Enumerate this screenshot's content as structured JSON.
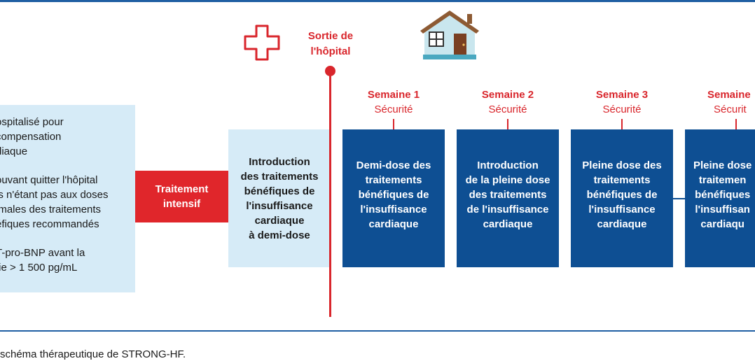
{
  "patient_box": {
    "items": [
      "ospitalisé pour\ncompensation\ndiaque",
      "ouvant quitter l'hôpital\nis n'étant pas aux doses\nimales des traitements\néfiques recommandés",
      "T-pro-BNP avant la\ntie > 1 500 pg/mL"
    ]
  },
  "intensive": {
    "label": "Traitement\nintensif"
  },
  "half_dose_intro": {
    "label": "Introduction\ndes traitements\nbénéfiques de\nl'insuffisance\ncardiaque\nà demi-dose"
  },
  "hospital_exit": {
    "label": "Sortie de\nl'hôpital"
  },
  "weeks": [
    {
      "week": "Semaine 1",
      "status": "Sécurité",
      "box": "Demi-dose des\ntraitements\nbénéfiques de\nl'insuffisance\ncardiaque"
    },
    {
      "week": "Semaine 2",
      "status": "Sécurité",
      "box": "Introduction\nde la pleine dose\ndes traitements\nde l'insuffisance\ncardiaque"
    },
    {
      "week": "Semaine 3",
      "status": "Sécurité",
      "box": "Pleine dose des\ntraitements\nbénéfiques de\nl'insuffisance\ncardiaque"
    },
    {
      "week": "Semaine",
      "status": "Sécurit",
      "box": "Pleine dose\ntraitemen\nbénéfiques\nl'insuffisan\ncardiaqu"
    }
  ],
  "caption": "schéma thérapeutique de STRONG-HF.",
  "colors": {
    "accent_red": "#d9262c",
    "box_blue": "#0e4f93",
    "light_blue": "#d6ebf7",
    "rule_blue": "#1f5fa3"
  },
  "icons": [
    "hospital-cross-icon",
    "house-icon"
  ]
}
